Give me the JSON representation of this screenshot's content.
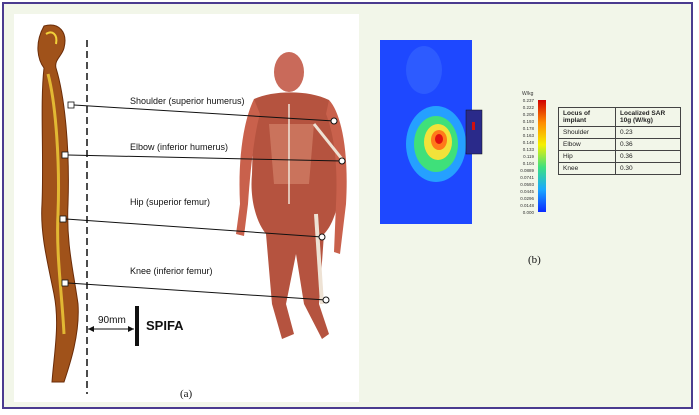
{
  "panel_a": {
    "labels": {
      "shoulder": "Shoulder (superior humerus)",
      "elbow": "Elbow (inferior humerus)",
      "hip": "Hip (superior femur)",
      "knee": "Knee (inferior femur)"
    },
    "dimension": "90mm",
    "device": "SPIFA",
    "caption": "(a)"
  },
  "panel_b": {
    "caption": "(b)",
    "scale_title": "W/kg",
    "scale_values": [
      "0.237",
      "0.222",
      "0.208",
      "0.193",
      "0.178",
      "0.163",
      "0.148",
      "0.133",
      "0.119",
      "0.104",
      "0.0889",
      "0.0741",
      "0.0593",
      "0.0445",
      "0.0296",
      "0.0148",
      "0.000"
    ],
    "table": {
      "header": [
        "Locus of implant",
        "Localized SAR 10g (W/kg)"
      ],
      "rows": [
        [
          "Shoulder",
          "0.23"
        ],
        [
          "Elbow",
          "0.36"
        ],
        [
          "Hip",
          "0.36"
        ],
        [
          "Knee",
          "0.30"
        ]
      ]
    }
  },
  "colors": {
    "frame": "#4b3b8f",
    "background": "#f2f6e9",
    "sim_blue": "#1a3cff"
  }
}
